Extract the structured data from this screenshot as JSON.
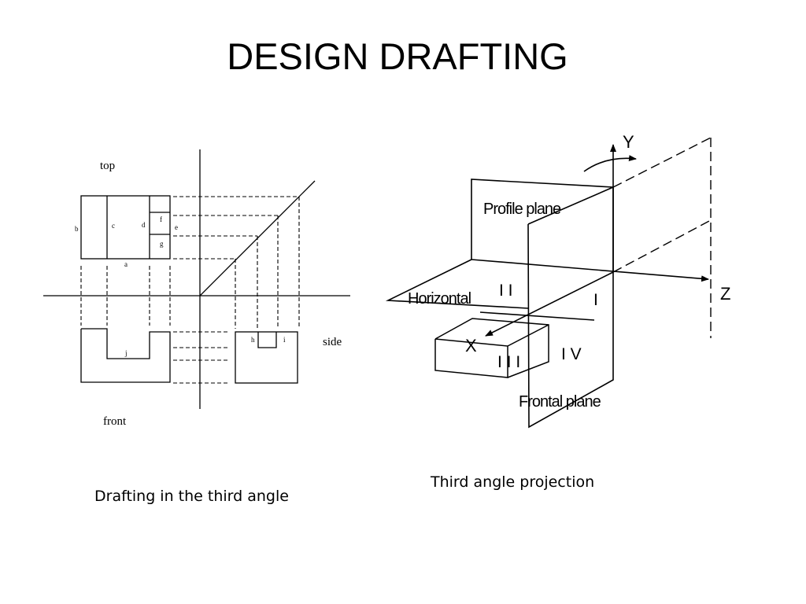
{
  "slide": {
    "title": "DESIGN DRAFTING"
  },
  "left_diagram": {
    "caption": "Drafting in the third angle",
    "view_labels": {
      "top": "top",
      "front": "front",
      "side": "side"
    },
    "letters": {
      "a": "a",
      "b": "b",
      "c": "c",
      "d": "d",
      "e": "e",
      "f": "f",
      "g": "g",
      "h": "h",
      "i": "i",
      "j": "j"
    }
  },
  "right_diagram": {
    "caption": "Third angle projection",
    "axes": {
      "x": "X",
      "y": "Y",
      "z": "Z"
    },
    "planes": {
      "profile": "Profile plane",
      "horizontal": "Horizontal",
      "frontal": "Frontal plane"
    },
    "quadrants": {
      "q1": "I",
      "q2": "I I",
      "q3": "I I I",
      "q4": "I V"
    }
  }
}
